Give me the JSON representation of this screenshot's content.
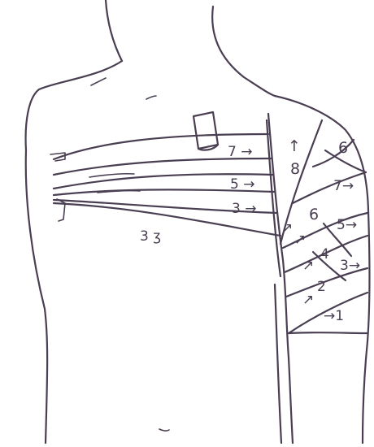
{
  "ink_color": "#4a3f52",
  "background_color": "#ffffff",
  "chest_strip_labels": [
    "7 →",
    "5 →",
    "3 →"
  ],
  "arm_vertical_label": {
    "arrow": "↑",
    "number": "8"
  },
  "arm_strip_labels": [
    "6",
    "7→",
    "6",
    "5→",
    "4",
    "3→",
    "2",
    "→1"
  ],
  "arm_strip_arrows": [
    "↗",
    "↗",
    "↗",
    "↗"
  ],
  "torso_marks": "3 ʒ"
}
